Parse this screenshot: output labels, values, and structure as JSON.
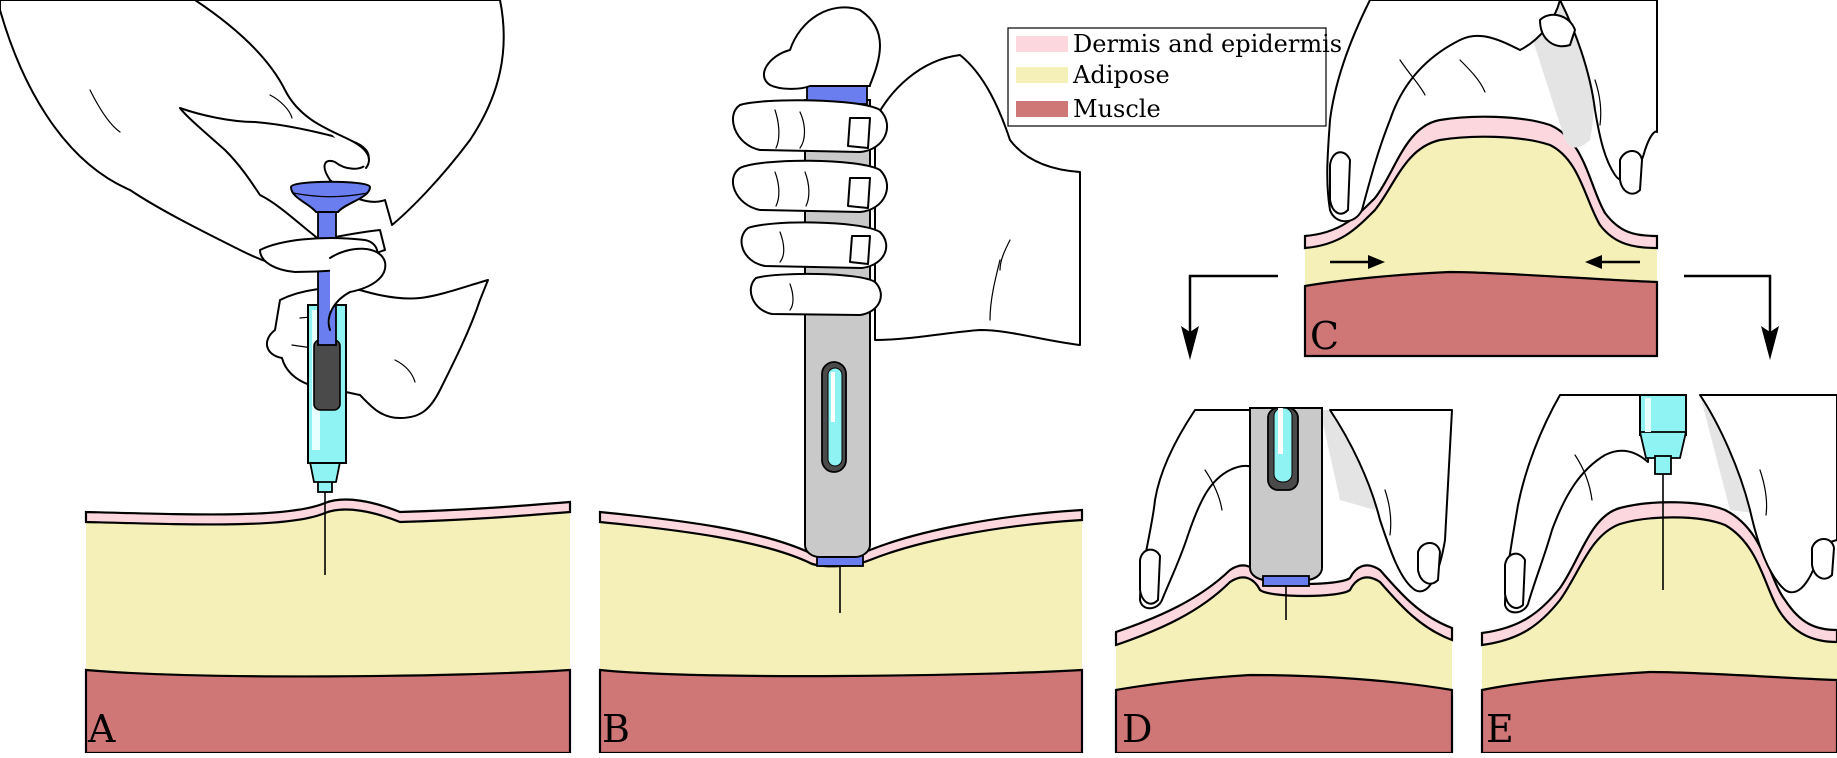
{
  "legend": {
    "title": "",
    "entries": [
      {
        "label": "Dermis and epidermis",
        "color": "#fdd7de"
      },
      {
        "label": "Adipose",
        "color": "#f4f0b8"
      },
      {
        "label": "Muscle",
        "color": "#cf7676"
      }
    ]
  },
  "panels": {
    "a": {
      "letter": "A",
      "device": "syringe"
    },
    "b": {
      "letter": "B",
      "device": "pen-injector"
    },
    "c": {
      "letter": "C",
      "device": "skin-pinch"
    },
    "d": {
      "letter": "D",
      "device": "pen-injector-pinched"
    },
    "e": {
      "letter": "E",
      "device": "syringe-pinched"
    }
  },
  "colors": {
    "plunger": "#6a7ef0",
    "barrel_liquid": "#8ff3f3",
    "pen_body": "#c9c9c9",
    "stopper": "#4a4a4a",
    "outline": "#000000"
  }
}
